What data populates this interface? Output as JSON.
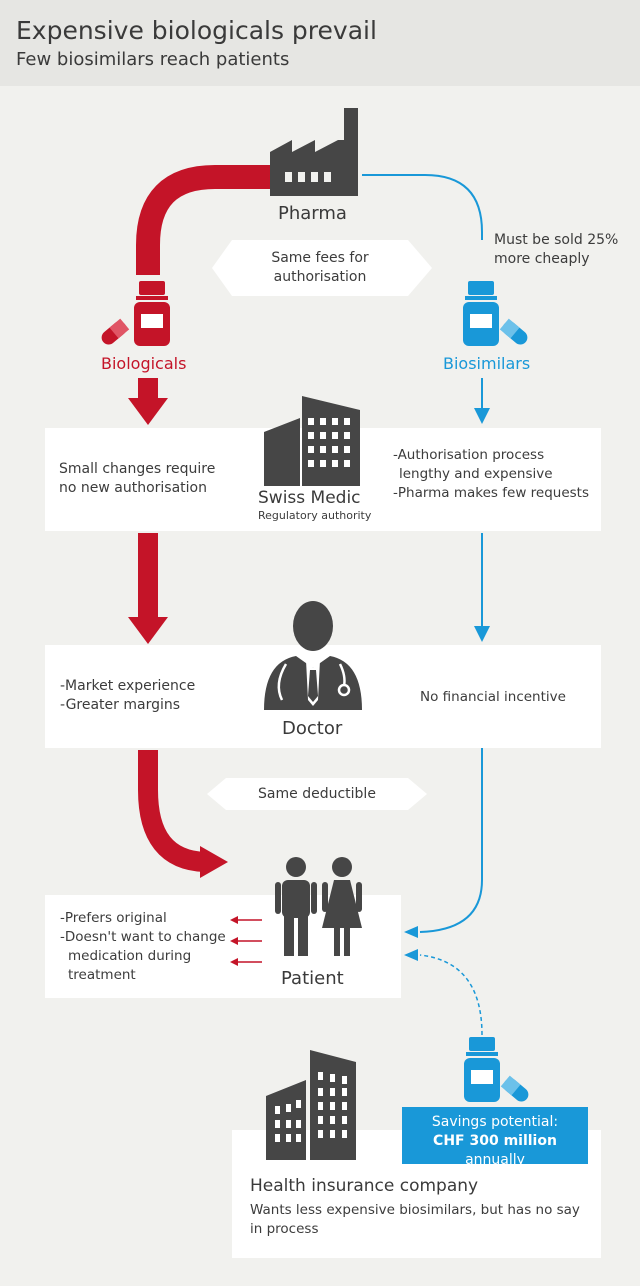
{
  "header": {
    "title": "Expensive biologicals prevail",
    "subtitle": "Few biosimilars reach patients"
  },
  "pharma": {
    "label": "Pharma"
  },
  "same_fees": {
    "line1": "Same fees for",
    "line2": "authorisation"
  },
  "biosimilar_note": {
    "line1": "Must be sold 25%",
    "line2": "more cheaply"
  },
  "biologicals": {
    "label": "Biologicals"
  },
  "biosimilars": {
    "label": "Biosimilars"
  },
  "swissmedic": {
    "name": "Swiss Medic",
    "sub": "Regulatory authority",
    "left_line1": "Small changes require",
    "left_line2": "no new authorisation",
    "right_line1": "-Authorisation process",
    "right_line2": "lengthy and expensive",
    "right_line3": "-Pharma makes few requests"
  },
  "doctor": {
    "name": "Doctor",
    "left_line1": "-Market experience",
    "left_line2": "-Greater margins",
    "right": "No financial incentive"
  },
  "same_deductible": "Same deductible",
  "patient": {
    "name": "Patient",
    "line1": "-Prefers original",
    "line2": "-Doesn't want to change",
    "line3": "medication during",
    "line4": "treatment"
  },
  "savings": {
    "line1": "Savings potential:",
    "amount": "CHF 300 million",
    "suffix": " annually"
  },
  "insurance": {
    "name": "Health insurance company",
    "line1": "Wants less expensive biosimilars, but has no say",
    "line2": "in process"
  },
  "colors": {
    "red": "#c41428",
    "blue": "#1998d8",
    "dark": "#464646"
  }
}
